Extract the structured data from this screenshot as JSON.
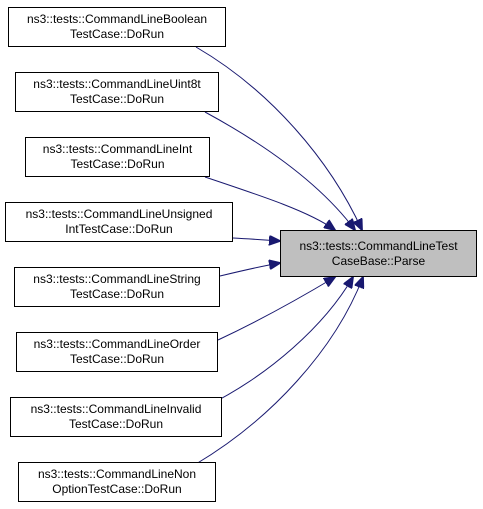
{
  "colors": {
    "edge": "#191970",
    "node_border": "#000000",
    "node_fill": "#ffffff",
    "target_fill": "#bfbfbf"
  },
  "target": {
    "line1": "ns3::tests::CommandLineTest",
    "line2": "CaseBase::Parse"
  },
  "callers": [
    {
      "line1": "ns3::tests::CommandLineBoolean",
      "line2": "TestCase::DoRun"
    },
    {
      "line1": "ns3::tests::CommandLineUint8t",
      "line2": "TestCase::DoRun"
    },
    {
      "line1": "ns3::tests::CommandLineInt",
      "line2": "TestCase::DoRun"
    },
    {
      "line1": "ns3::tests::CommandLineUnsigned",
      "line2": "IntTestCase::DoRun"
    },
    {
      "line1": "ns3::tests::CommandLineString",
      "line2": "TestCase::DoRun"
    },
    {
      "line1": "ns3::tests::CommandLineOrder",
      "line2": "TestCase::DoRun"
    },
    {
      "line1": "ns3::tests::CommandLineInvalid",
      "line2": "TestCase::DoRun"
    },
    {
      "line1": "ns3::tests::CommandLineNon",
      "line2": "OptionTestCase::DoRun"
    }
  ]
}
